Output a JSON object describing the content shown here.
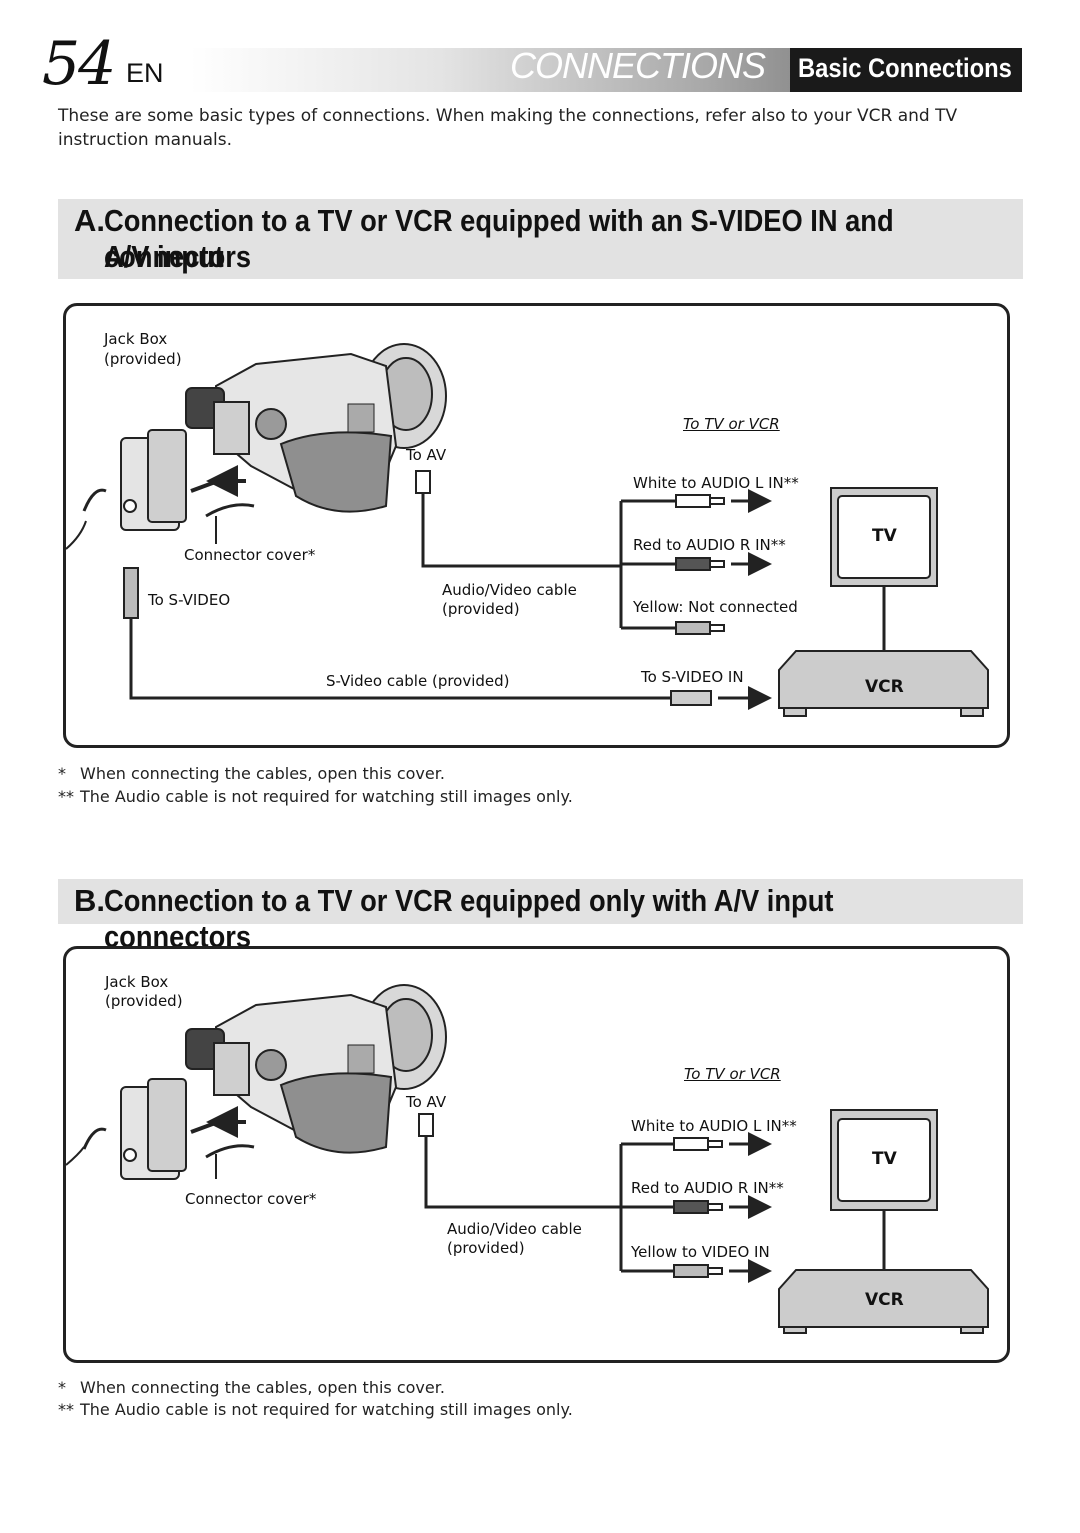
{
  "header": {
    "page_number": "54",
    "language": "EN",
    "section": "CONNECTIONS",
    "subsection": "Basic Connections"
  },
  "intro": "These are some basic types of connections. When making the connections, refer also to your VCR and TV instruction manuals.",
  "section_a": {
    "letter": "A.",
    "title_line1": "Connection to a TV or VCR equipped with an S-VIDEO IN and A/V input",
    "title_line2": "connectors",
    "labels": {
      "jack_box": "Jack Box",
      "provided": "(provided)",
      "connector_cover": "Connector cover*",
      "to_svideo": "To S-VIDEO",
      "to_av": "To AV",
      "av_cable": "Audio/Video cable",
      "av_cable_provided": "(provided)",
      "svideo_cable": "S-Video cable (provided)",
      "to_tv_or_vcr": "To TV or VCR",
      "white": "White to AUDIO L IN**",
      "red": "Red to AUDIO R IN**",
      "yellow": "Yellow: Not connected",
      "to_svideo_in": "To S-VIDEO IN",
      "tv": "TV",
      "vcr": "VCR"
    },
    "notes": [
      {
        "mark": "*",
        "text": "When connecting the cables, open this cover."
      },
      {
        "mark": "**",
        "text": "The Audio cable is not required for watching still images only."
      }
    ]
  },
  "section_b": {
    "letter": "B.",
    "title": "Connection to a TV or VCR equipped only with A/V input connectors",
    "labels": {
      "jack_box": "Jack Box",
      "provided": "(provided)",
      "connector_cover": "Connector cover*",
      "to_av": "To AV",
      "av_cable": "Audio/Video cable",
      "av_cable_provided": "(provided)",
      "to_tv_or_vcr": "To TV or VCR",
      "white": "White to AUDIO L IN**",
      "red": "Red to AUDIO R IN**",
      "yellow": "Yellow to VIDEO IN",
      "tv": "TV",
      "vcr": "VCR"
    },
    "notes": [
      {
        "mark": "*",
        "text": "When connecting the cables, open this cover."
      },
      {
        "mark": "**",
        "text": "The Audio cable is not required for watching still images only."
      }
    ]
  }
}
